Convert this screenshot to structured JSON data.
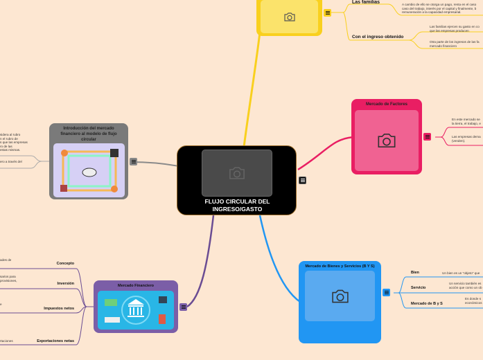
{
  "center": {
    "title": "FLUJO CIRCULAR DEL INGRESO/GASTO"
  },
  "yellow": {
    "children": [
      {
        "label": "Las familias",
        "texts": [
          "A cambio de ello se otorga un pago, renta en el caso",
          "caso del trabajo, interés por el capital y finalmente, b",
          "remuneración a la capacidad empresarial."
        ]
      },
      {
        "label": "Con el ingreso obtenido",
        "texts": [
          "Las familias ejercen su gasto en co",
          "que las empresas producen",
          "Otra parte de los ingresos de las fa",
          "mercado financiero"
        ]
      }
    ]
  },
  "factores": {
    "title": "Mercado de Factores",
    "texts": [
      "En este mercado se",
      "la tierra, el trabajo, e",
      "Las empresas dema",
      "(venden)."
    ]
  },
  "intro": {
    "title": "Introducción del mercado financiero al modelo de flujo circular",
    "texts": [
      "sidera al rubro",
      "n el rubro de",
      "s que las empresas",
      "ro de las",
      "estas mismas.",
      "ero a través del"
    ]
  },
  "bys": {
    "title": "Mercado de Bienes y Servicios (B Y S)",
    "children": [
      {
        "label": "Bien",
        "texts": [
          "Un bien es un \"objeto\" que"
        ]
      },
      {
        "label": "Servicio",
        "texts": [
          "Un servicio también es",
          "acción que como un ob"
        ]
      },
      {
        "label": "Mercado de B y S",
        "texts": [
          "Es donde s",
          "económicos"
        ]
      }
    ]
  },
  "financiero": {
    "title": "Mercado Financiero",
    "children": [
      {
        "label": "Concepto",
        "texts": [
          "ades de"
        ]
      },
      {
        "label": "Inversión",
        "texts": [
          "sarios para",
          "provisiones,"
        ]
      },
      {
        "label": "Impuestos netos",
        "texts": [
          "e"
        ]
      },
      {
        "label": "Exportaciones netas",
        "texts": [
          "rtaciones"
        ]
      }
    ]
  },
  "colors": {
    "yellow": "#f9d01e",
    "pink": "#e91e63",
    "gray": "#7a7a7a",
    "black": "#000000",
    "blue": "#2196f3",
    "purple": "#7b5ea7",
    "background": "#fde7d2"
  }
}
